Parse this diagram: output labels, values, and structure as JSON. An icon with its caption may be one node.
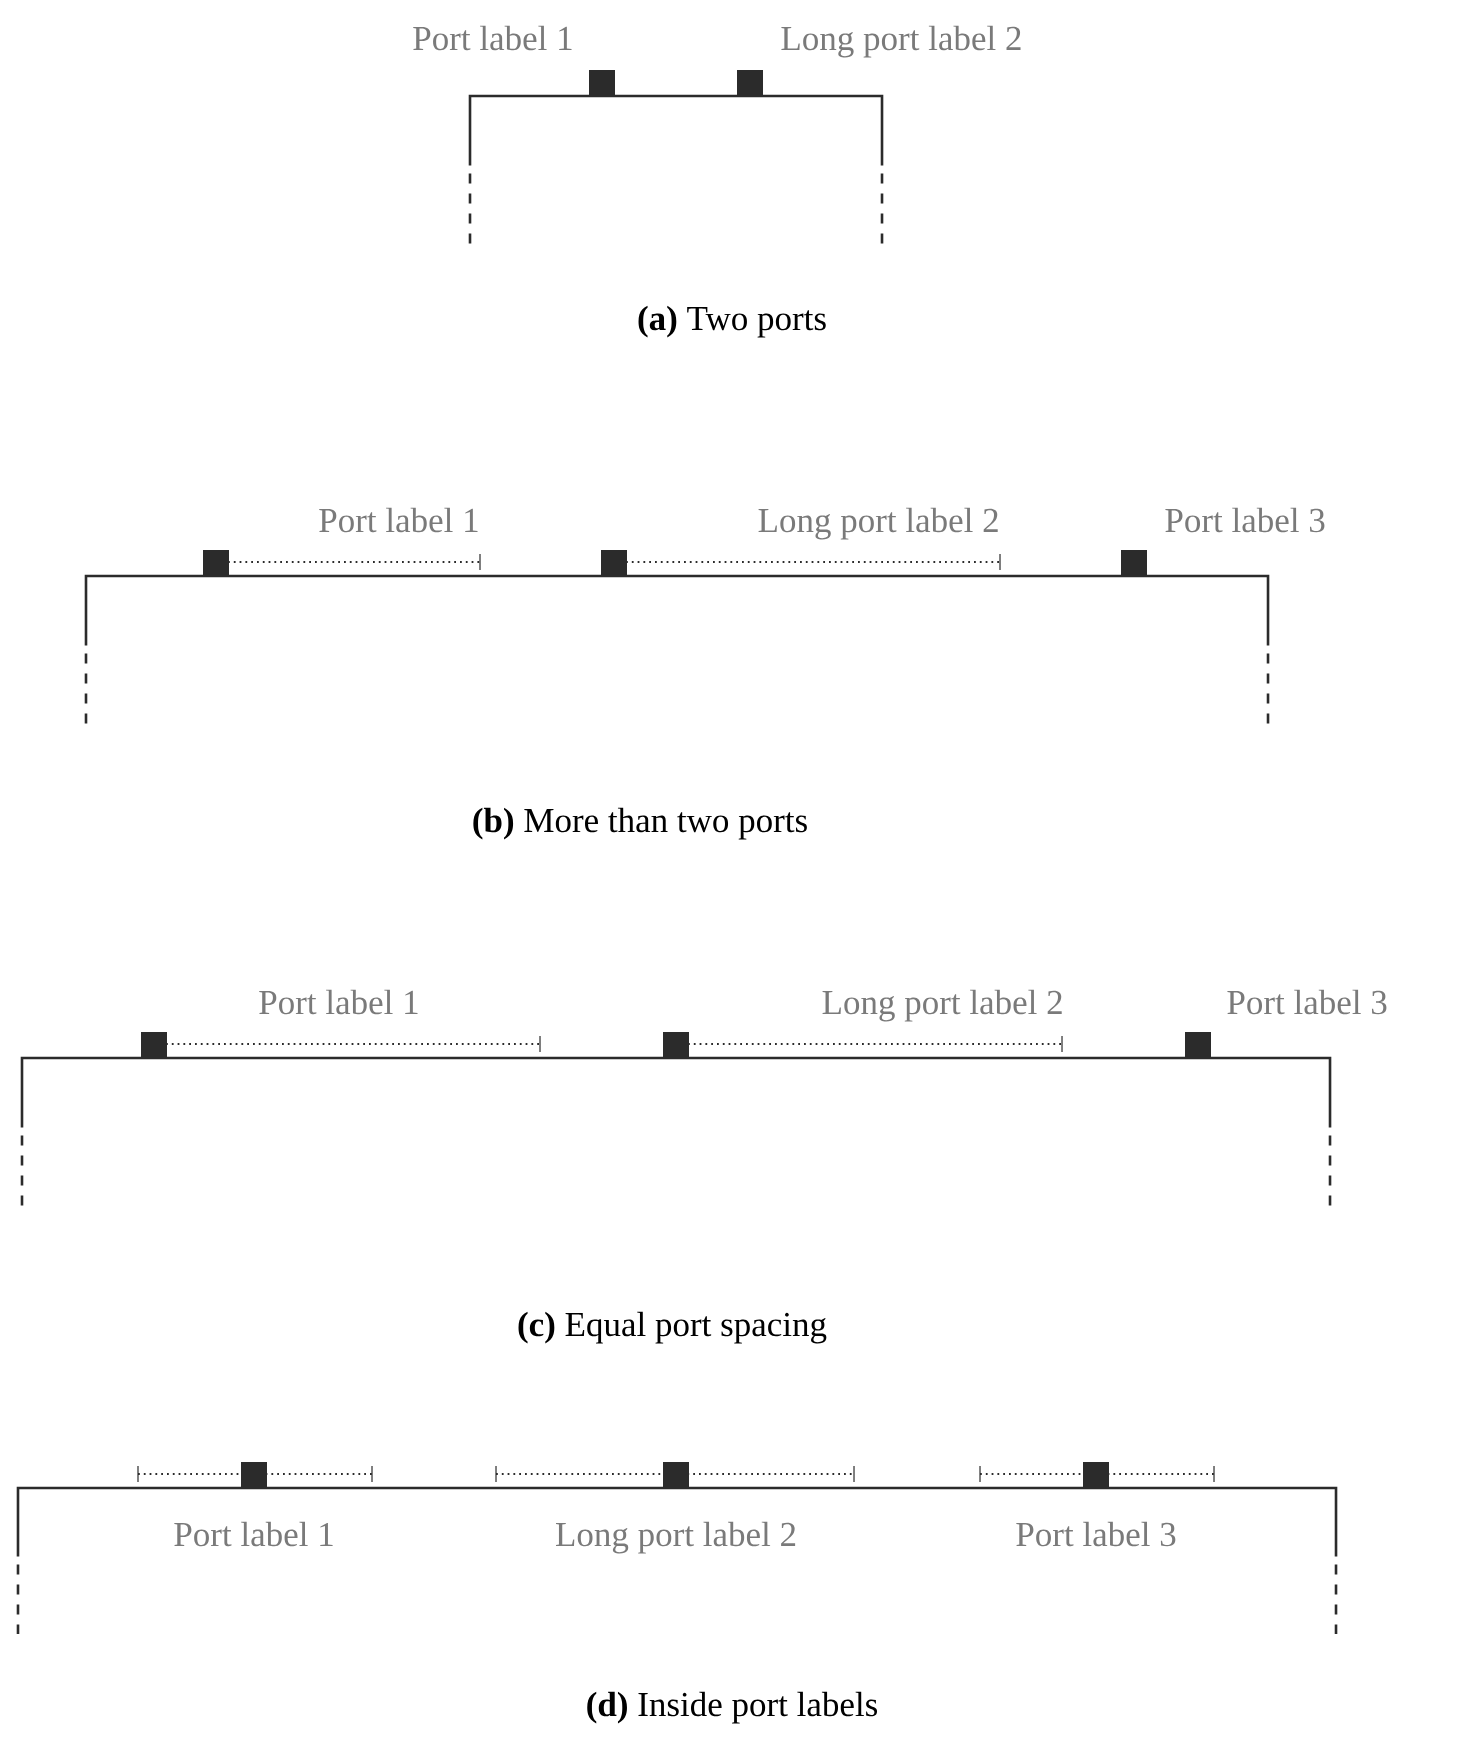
{
  "diagram": {
    "labels": [
      "Port label 1",
      "Long port label 2",
      "**(a)** Two ports",
      "Port label 1",
      "Long port label 2",
      "Port label 3",
      "**(b)** More than two ports",
      "Port label 1",
      "Long port label 2",
      "Port label 3",
      "**(c)** Equal port spacing",
      "Port label 1",
      "Long port label 2",
      "Port label 3",
      "**(d)** Inside port labels"
    ]
  }
}
